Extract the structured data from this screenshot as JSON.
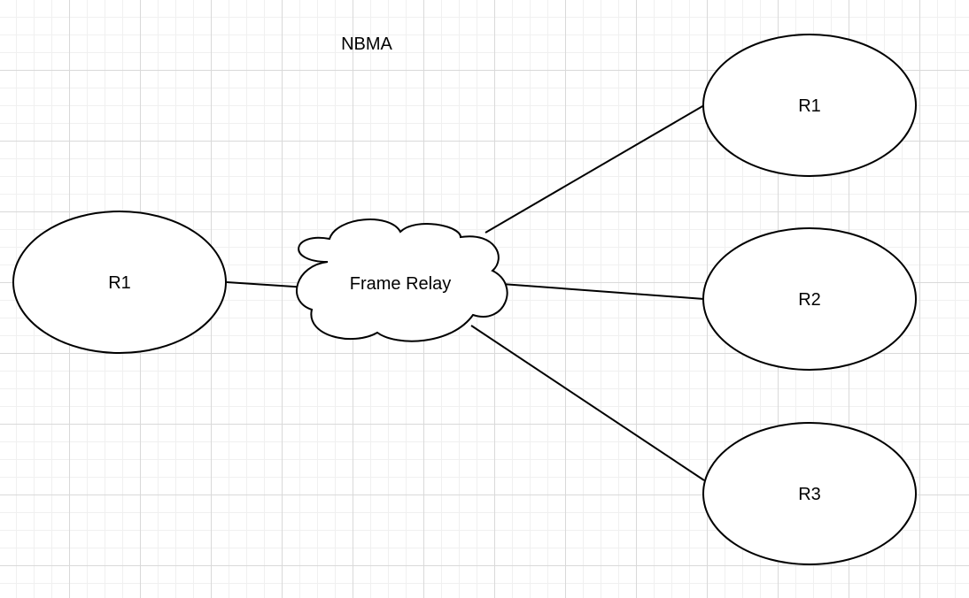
{
  "diagram": {
    "title": "NBMA",
    "cloud": {
      "label": "Frame Relay"
    },
    "nodes": [
      {
        "id": "left",
        "label": "R1"
      },
      {
        "id": "top-right",
        "label": "R1"
      },
      {
        "id": "mid-right",
        "label": "R2"
      },
      {
        "id": "bottom-right",
        "label": "R3"
      }
    ],
    "edges": [
      {
        "from": "left",
        "to": "cloud"
      },
      {
        "from": "cloud",
        "to": "top-right"
      },
      {
        "from": "cloud",
        "to": "mid-right"
      },
      {
        "from": "cloud",
        "to": "bottom-right"
      }
    ],
    "colors": {
      "stroke": "#000000",
      "fill": "#ffffff",
      "grid": "#d9d9d9"
    }
  }
}
